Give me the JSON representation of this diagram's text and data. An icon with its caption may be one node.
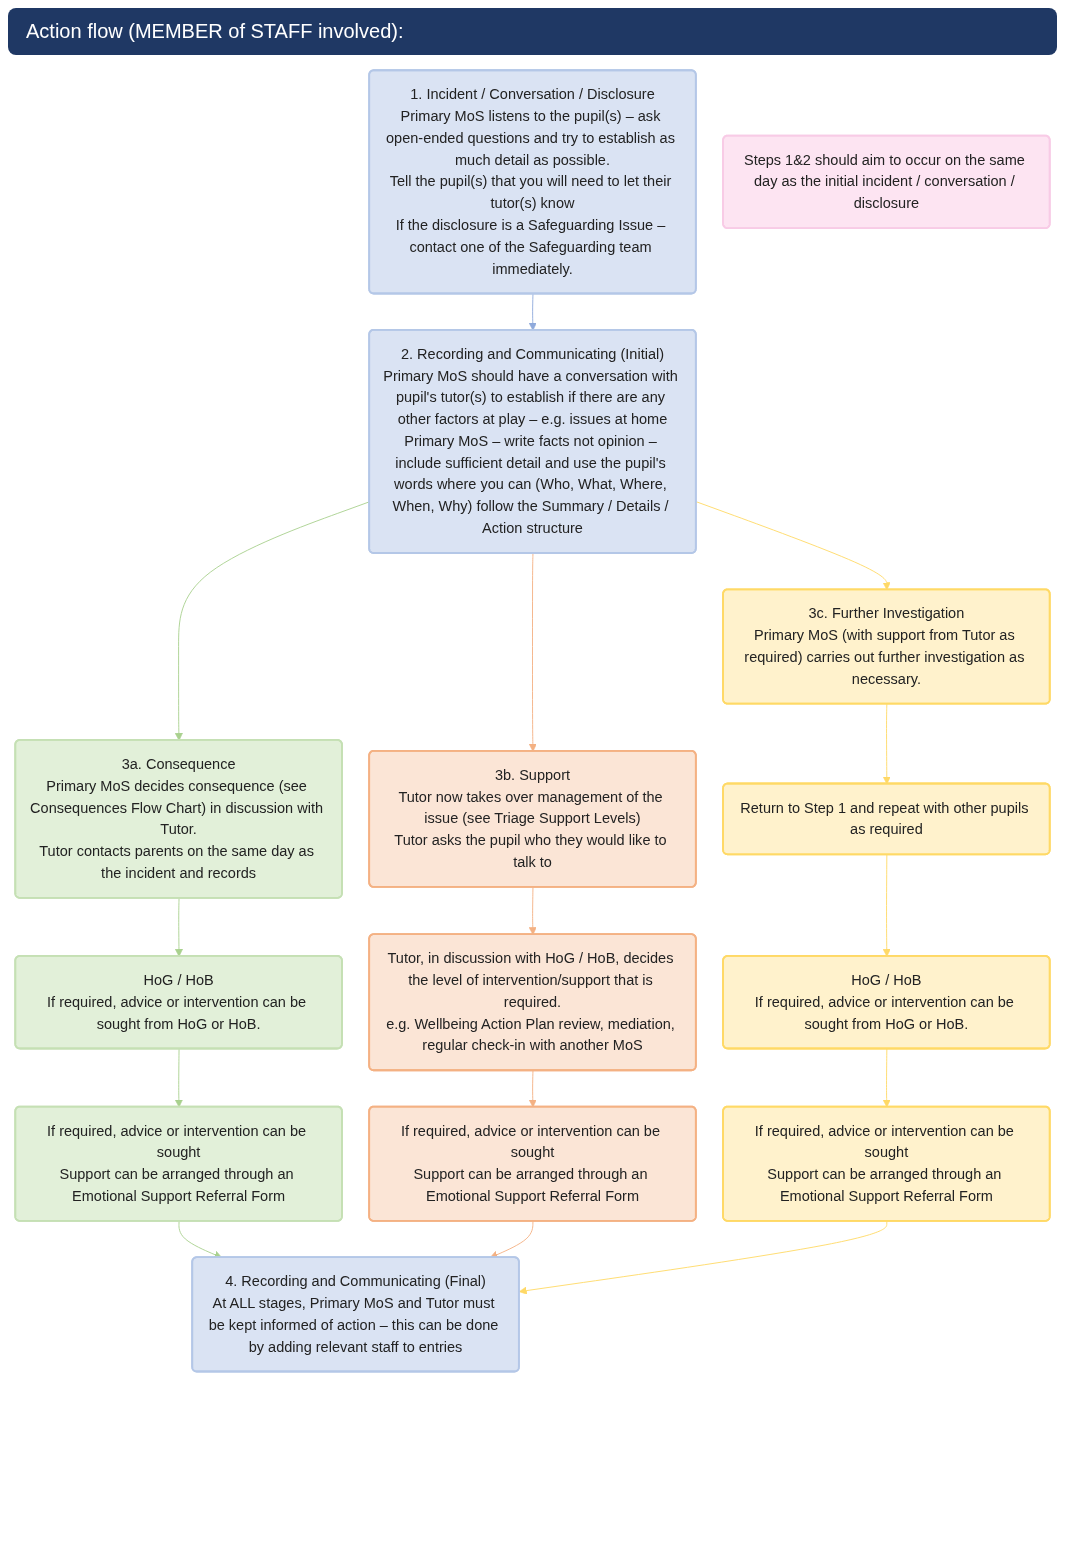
{
  "diagram": {
    "title": "Action flow (MEMBER of STAFF involved):",
    "nodes": [
      {
        "text": [
          "1. Incident / Conversation / Disclosure",
          "Primary MoS listens to the pupil(s) – ask open-ended questions and try to establish as much detail as possible.",
          "Tell the pupil(s) that you will need to let their tutor(s) know",
          "If the disclosure is a Safeguarding Issue – contact one of the Safeguarding team immediately."
        ]
      },
      {
        "text": [
          "2. Recording and Communicating (Initial)",
          "Primary MoS should have a conversation with pupil's tutor(s) to establish if there are any other factors at play – e.g. issues at home",
          "Primary MoS – write facts not opinion – include sufficient detail and use the pupil's words where you can (Who, What, Where, When, Why) follow the Summary / Details / Action structure"
        ]
      },
      {
        "text": [
          "3a. Consequence",
          "Primary MoS decides consequence (see Consequences Flow Chart) in discussion with Tutor.",
          "Tutor contacts parents on the same day as the incident and records"
        ]
      },
      {
        "text": [
          "3b. Support",
          "Tutor now takes over management of the issue (see Triage Support Levels)",
          "Tutor asks the pupil who they would like to talk to"
        ]
      },
      {
        "text": [
          "3c. Further Investigation",
          "Primary MoS (with support from Tutor as required) carries out further investigation as necessary."
        ]
      },
      {
        "text": [
          "HoG / HoB",
          "If required, advice or intervention can be sought from HoG or HoB."
        ]
      },
      {
        "text": [
          "Tutor, in discussion with HoG / HoB, decides the level of intervention/support that is required.",
          "e.g. Wellbeing Action Plan review, mediation, regular check-in with another MoS"
        ]
      },
      {
        "text": [
          "Return to Step 1 and repeat with other pupils as required"
        ]
      },
      {
        "text": [
          "If required, advice or intervention can be sought",
          "Support can be arranged through an Emotional Support Referral Form"
        ]
      },
      {
        "text": [
          "If required, advice or intervention can be sought",
          "Support can be arranged through an Emotional Support Referral Form"
        ]
      },
      {
        "text": [
          "HoG / HoB",
          "If required, advice or intervention can be sought from HoG or HoB."
        ]
      },
      {
        "text": [
          "If required, advice or intervention can be sought",
          "Support can be arranged through an Emotional Support Referral Form"
        ]
      },
      {
        "text": [
          "4. Recording and Communicating (Final)",
          "At ALL stages, Primary MoS and Tutor must be kept informed of action – this can be done by adding relevant staff to entries"
        ]
      },
      {
        "text": [
          "Steps 1&2 should aim to occur on the same day as the initial incident / conversation / disclosure"
        ]
      }
    ],
    "edges": [
      {
        "from": 0,
        "to": 1,
        "arrow": "to",
        "color": "#8faadc"
      },
      {
        "from": 1,
        "to": 2,
        "arrow": "to",
        "color": "#a9d18e"
      },
      {
        "from": 1,
        "to": 3,
        "arrow": "to",
        "color": "#f4b183"
      },
      {
        "from": 1,
        "to": 4,
        "arrow": "to",
        "color": "#ffd966"
      },
      {
        "from": 2,
        "to": 5,
        "arrow": "to",
        "color": "#a9d18e"
      },
      {
        "from": 5,
        "to": 8,
        "arrow": "to",
        "color": "#a9d18e"
      },
      {
        "from": 8,
        "to": 12,
        "arrow": "to",
        "color": "#a9d18e"
      },
      {
        "from": 3,
        "to": 6,
        "arrow": "to",
        "color": "#f4b183"
      },
      {
        "from": 6,
        "to": 9,
        "arrow": "to",
        "color": "#f4b183"
      },
      {
        "from": 9,
        "to": 12,
        "arrow": "to",
        "color": "#f4b183"
      },
      {
        "from": 4,
        "to": 7,
        "arrow": "to",
        "color": "#ffd966"
      },
      {
        "from": 7,
        "to": 10,
        "arrow": "to",
        "color": "#ffd966"
      },
      {
        "from": 10,
        "to": 11,
        "arrow": "to",
        "color": "#ffd966"
      },
      {
        "from": 11,
        "to": 12,
        "arrow": "to",
        "color": "#ffd966"
      }
    ]
  }
}
